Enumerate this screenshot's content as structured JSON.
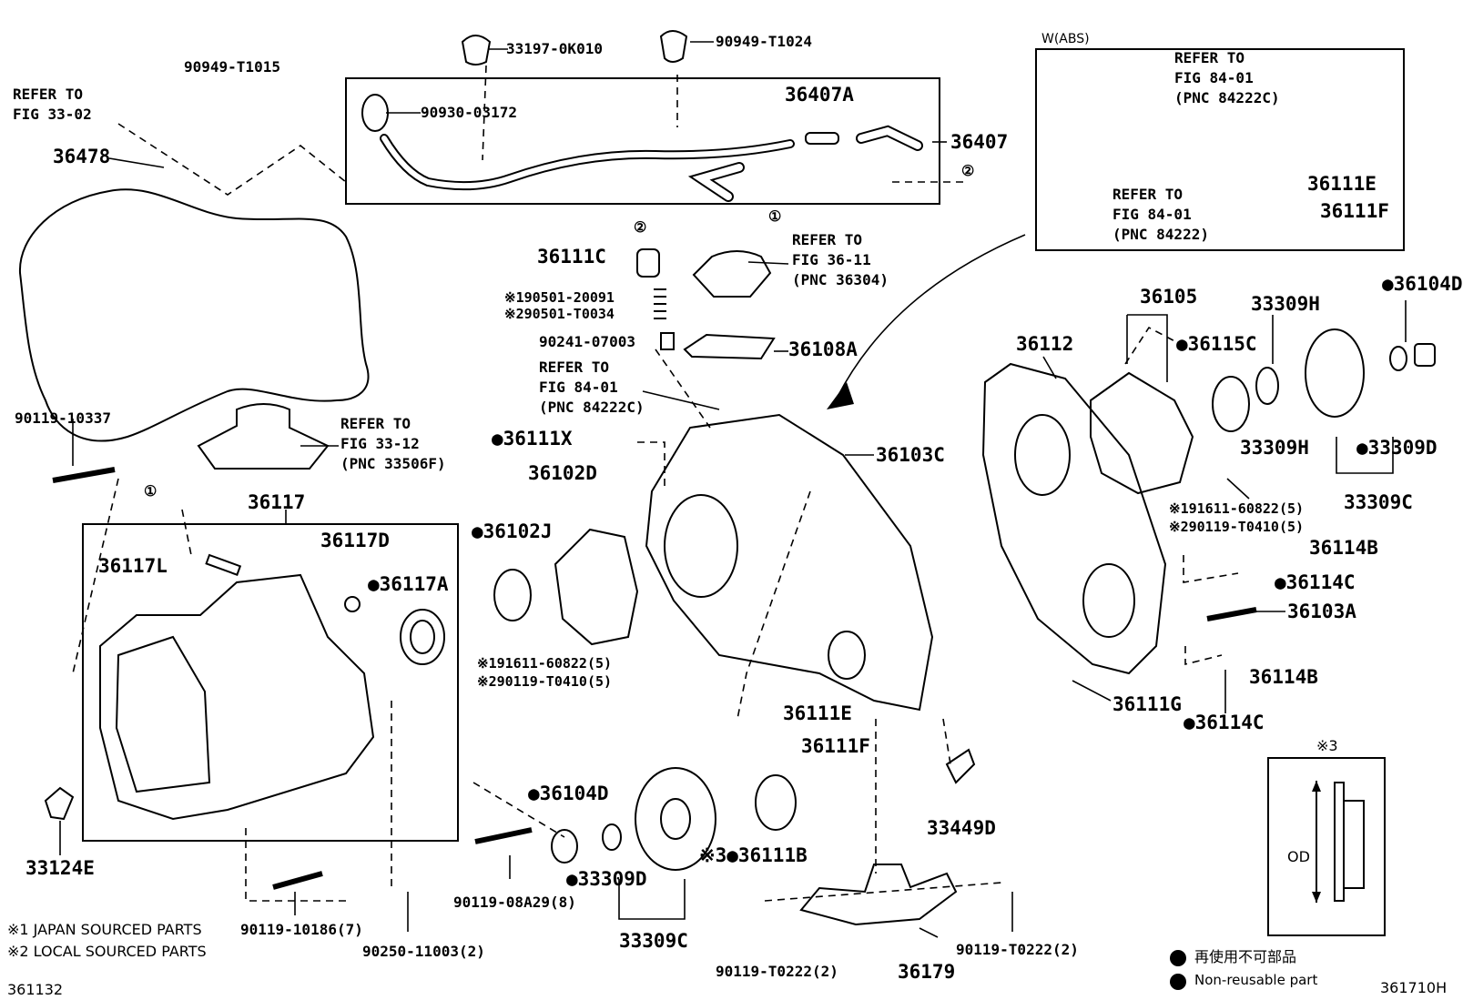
{
  "diagram": {
    "corner_left": "361132",
    "corner_right": "361710H",
    "abs_box_title": "W(ABS)",
    "footnote_1": "※1 JAPAN SOURCED PARTS",
    "footnote_2": "※2 LOCAL SOURCED PARTS",
    "legend": {
      "mark_title": "※3",
      "od_label": "OD",
      "nonreusable_jp": "再使用不可部品",
      "nonreusable_en": "Non-reusable part"
    },
    "circled_1": "①",
    "circled_2": "②"
  },
  "parts": {
    "p33197": "33197-0K010",
    "p90949_t1024": "90949-T1024",
    "p90949_t1015": "90949-T1015",
    "refer_3302_a": "REFER TO",
    "refer_3302_b": "FIG 33-02",
    "p90930": "90930-03172",
    "p36407a": "36407A",
    "p36407": "36407",
    "p36478": "36478",
    "p90119_10337": "90119-10337",
    "refer_3312_a": "REFER TO",
    "refer_3312_b": "FIG 33-12",
    "refer_3312_c": "(PNC 33506F)",
    "p36117": "36117",
    "p36117l": "36117L",
    "p36117d": "36117D",
    "p36117a": "●36117A",
    "p33124e": "33124E",
    "p90119_10186": "90119-10186(7)",
    "p90250": "90250-11003(2)",
    "p36111c": "36111C",
    "refer_3611_a": "REFER TO",
    "refer_3611_b": "FIG 36-11",
    "refer_3611_c": "(PNC 36304)",
    "p190501": "※190501-20091",
    "p290501": "※290501-T0034",
    "p90241": "90241-07003",
    "p36108a": "36108A",
    "refer_8401_a": "REFER TO",
    "refer_8401_b": "FIG 84-01",
    "refer_8401_c": "(PNC 84222C)",
    "p36111x": "●36111X",
    "p36103c": "36103C",
    "p36102d": "36102D",
    "p36102j": "●36102J",
    "p191611_a": "※191611-60822(5)",
    "p290119_a": "※290119-T0410(5)",
    "p36111e": "36111E",
    "p36111f": "36111F",
    "p33449d": "33449D",
    "p36104d_b": "●36104D",
    "p90119_08a29": "90119-08A29(8)",
    "p33309d_b": "●33309D",
    "p33309c_b": "33309C",
    "p36111b": "※3●36111B",
    "p36179": "36179",
    "p90119_t0222_l": "90119-T0222(2)",
    "p90119_t0222_r": "90119-T0222(2)",
    "abs_refer1_a": "REFER TO",
    "abs_refer1_b": "FIG 84-01",
    "abs_refer1_c": "(PNC 84222C)",
    "abs_refer2_a": "REFER TO",
    "abs_refer2_b": "FIG 84-01",
    "abs_refer2_c": "(PNC 84222)",
    "abs_36111e": "36111E",
    "abs_36111f": "36111F",
    "p36105": "36105",
    "p33309h_top": "33309H",
    "p36104d_r": "●36104D",
    "p36112": "36112",
    "p36115c": "●36115C",
    "p33309h_bot": "33309H",
    "p33309d_r": "●33309D",
    "p33309c_r": "33309C",
    "p191611_b": "※191611-60822(5)",
    "p290119_b": "※290119-T0410(5)",
    "p36114b_top": "36114B",
    "p36114c_top": "●36114C",
    "p36103a": "36103A",
    "p36114b_bot": "36114B",
    "p36111g": "36111G",
    "p36114c_bot": "●36114C"
  }
}
